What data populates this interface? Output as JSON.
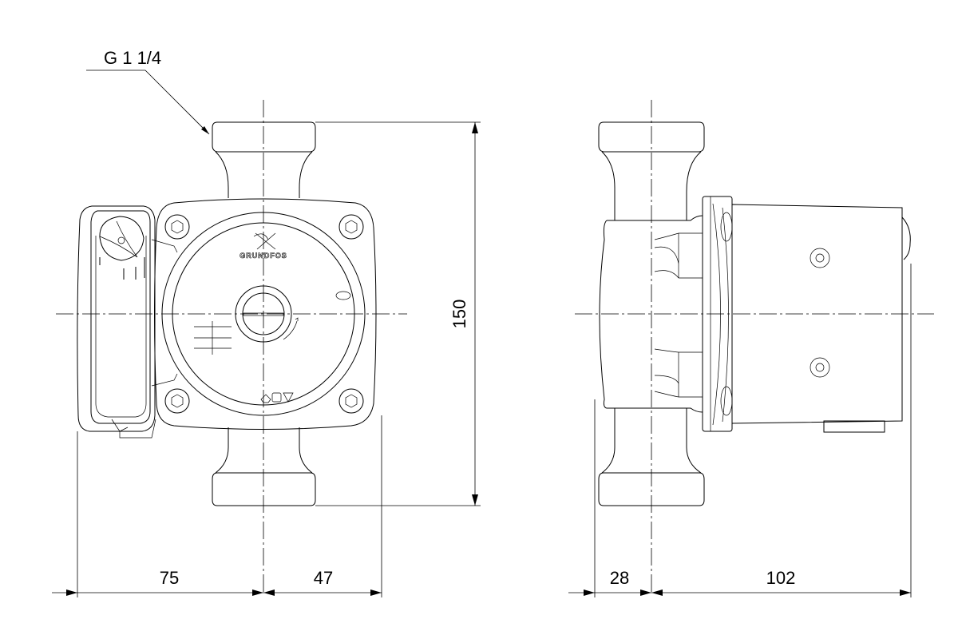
{
  "drawing": {
    "thread_label": "G 1 1/4",
    "brand_logo": "GRUNDFOS",
    "dimensions": {
      "height": "150",
      "front_left_width": "75",
      "front_right_width": "47",
      "side_left_width": "28",
      "side_right_width": "102"
    }
  }
}
